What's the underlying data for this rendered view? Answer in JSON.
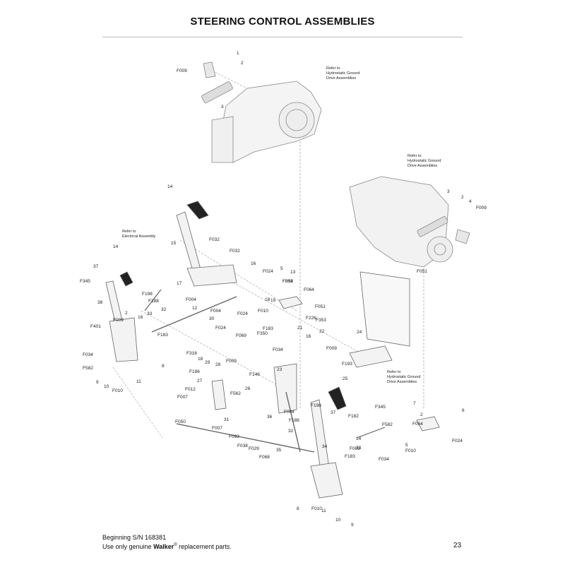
{
  "page": {
    "title": "STEERING CONTROL ASSEMBLIES",
    "page_number": "23"
  },
  "footer": {
    "serial_line": "Beginning S/N 168381",
    "parts_prefix": "Use only genuine ",
    "brand": "Walker",
    "registered": "®",
    "parts_suffix": " replacement parts."
  },
  "references": [
    {
      "line1": "Refer to",
      "line2": "Hydrostatic Ground",
      "line3": "Drive Assemblies"
    },
    {
      "line1": "Refer to",
      "line2": "Hydrostatic Ground",
      "line3": "Drive Assemblies"
    },
    {
      "line1": "Refer to",
      "line2": "Electrical Assembly",
      "line3": ""
    },
    {
      "line1": "Refer to",
      "line2": "Hydrostatic Ground",
      "line3": "Drive Assemblies"
    }
  ],
  "callouts": [
    "1",
    "2",
    "F009",
    "3",
    "3",
    "2",
    "4",
    "F009",
    "14",
    "15",
    "F032",
    "F032",
    "16",
    "17",
    "F004",
    "14",
    "37",
    "F345",
    "38",
    "F198",
    "F188",
    "32",
    "33",
    "F009",
    "16",
    "2",
    "F401",
    "F183",
    "F034",
    "F582",
    "9",
    "10",
    "F010",
    "11",
    "8",
    "F024",
    "5",
    "13",
    "F064",
    "18",
    "19",
    "F010",
    "F051",
    "F226",
    "F353",
    "F004",
    "F024",
    "30",
    "12",
    "F024",
    "F183",
    "F350",
    "21",
    "22",
    "F069",
    "F034",
    "16",
    "F316",
    "F186",
    "29",
    "28",
    "F009",
    "27",
    "26",
    "F146",
    "18",
    "F009",
    "23",
    "25",
    "F193",
    "24",
    "F012",
    "F007",
    "F562",
    "F050",
    "31",
    "F007",
    "F093",
    "36",
    "F038",
    "F029",
    "35",
    "F068",
    "F004",
    "F188",
    "F198",
    "37",
    "F182",
    "F345",
    "14",
    "32",
    "34",
    "F009",
    "33",
    "F183",
    "8",
    "F010",
    "11",
    "10",
    "9",
    "F582",
    "F034",
    "7",
    "2",
    "F064",
    "6",
    "F024",
    "5",
    "F010",
    "F051",
    "F353",
    "F034"
  ]
}
